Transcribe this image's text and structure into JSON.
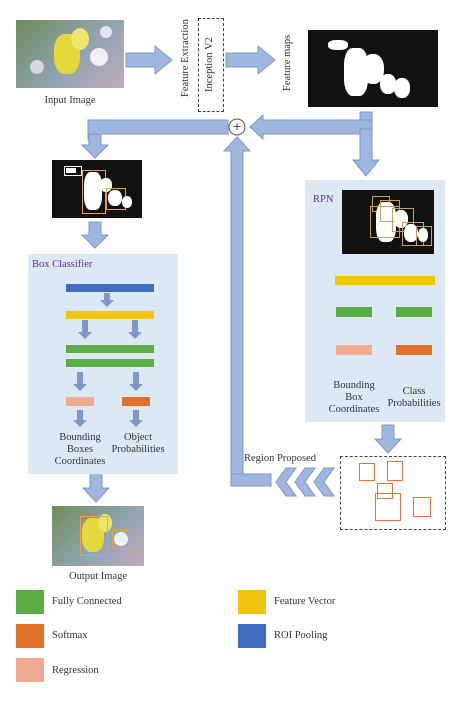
{
  "labels": {
    "input_image": "Input Image",
    "feature_extraction": "Feature Extraction",
    "inception": "Inception V2",
    "feature_maps": "Feature maps",
    "plus": "+",
    "rpn": "RPN",
    "box_classifier": "Box Classifier",
    "rpn_bbox": [
      "Bounding",
      "Box",
      "Coordinates"
    ],
    "rpn_class": [
      "Class",
      "Probabilities"
    ],
    "bc_bbox": [
      "Bounding",
      "Boxes",
      "Coordinates"
    ],
    "bc_obj": [
      "Object",
      "Probabilities"
    ],
    "region_proposed": "Region Proposed",
    "output_image": "Output Image"
  },
  "legend": [
    {
      "label": "Fully Connected",
      "color": "#5aac44"
    },
    {
      "label": "Feature Vector",
      "color": "#f2c40f"
    },
    {
      "label": "Softmax",
      "color": "#e0702a"
    },
    {
      "label": "ROI Pooling",
      "color": "#3f6cc0"
    },
    {
      "label": "Regression",
      "color": "#eeab92"
    }
  ],
  "colors": {
    "arrow": "#9fb6df",
    "arrow_stroke": "#7d97c8",
    "panel": "#dce9f5",
    "fully_connected": "#5aac44",
    "feature_vector": "#f2c40f",
    "softmax": "#e0702a",
    "roi_pooling": "#3f6cc0",
    "regression": "#eeab92",
    "proposal_box": "#e8703a"
  }
}
